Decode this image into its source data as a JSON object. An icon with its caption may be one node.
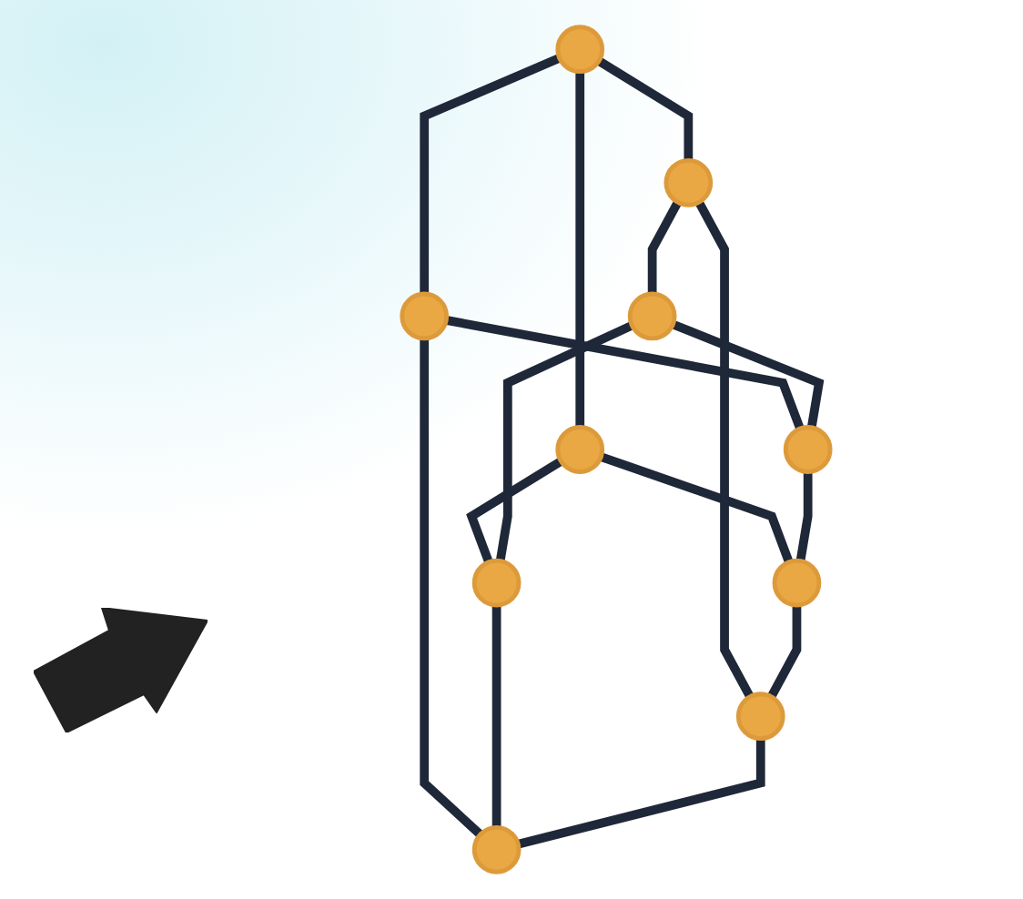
{
  "diagram": {
    "nodes": [
      {
        "text": [],
        "shape": "circle"
      },
      {
        "text": [],
        "shape": "circle"
      },
      {
        "text": [],
        "shape": "circle"
      },
      {
        "text": [],
        "shape": "circle"
      },
      {
        "text": [],
        "shape": "circle"
      },
      {
        "text": [],
        "shape": "circle"
      },
      {
        "text": [],
        "shape": "circle"
      },
      {
        "text": [],
        "shape": "circle"
      },
      {
        "text": [],
        "shape": "circle"
      },
      {
        "text": [],
        "shape": "circle"
      }
    ],
    "edges": [
      {
        "from": 0,
        "to": 2,
        "arrow": "none"
      },
      {
        "from": 0,
        "to": 3,
        "arrow": "none"
      },
      {
        "from": 0,
        "to": 1,
        "arrow": "none"
      },
      {
        "from": 2,
        "to": 4,
        "arrow": "none"
      },
      {
        "from": 3,
        "to": 5,
        "arrow": "none"
      },
      {
        "from": 1,
        "to": 6,
        "arrow": "none"
      },
      {
        "from": 1,
        "to": 7,
        "arrow": "none"
      },
      {
        "from": 4,
        "to": 5,
        "arrow": "none"
      },
      {
        "from": 4,
        "to": 7,
        "arrow": "none"
      },
      {
        "from": 5,
        "to": 6,
        "arrow": "none"
      },
      {
        "from": 2,
        "to": 8,
        "arrow": "none"
      },
      {
        "from": 3,
        "to": 9,
        "arrow": "none"
      },
      {
        "from": 6,
        "to": 8,
        "arrow": "none"
      },
      {
        "from": 7,
        "to": 9,
        "arrow": "none"
      },
      {
        "from": 8,
        "to": 9,
        "arrow": "none"
      }
    ]
  }
}
